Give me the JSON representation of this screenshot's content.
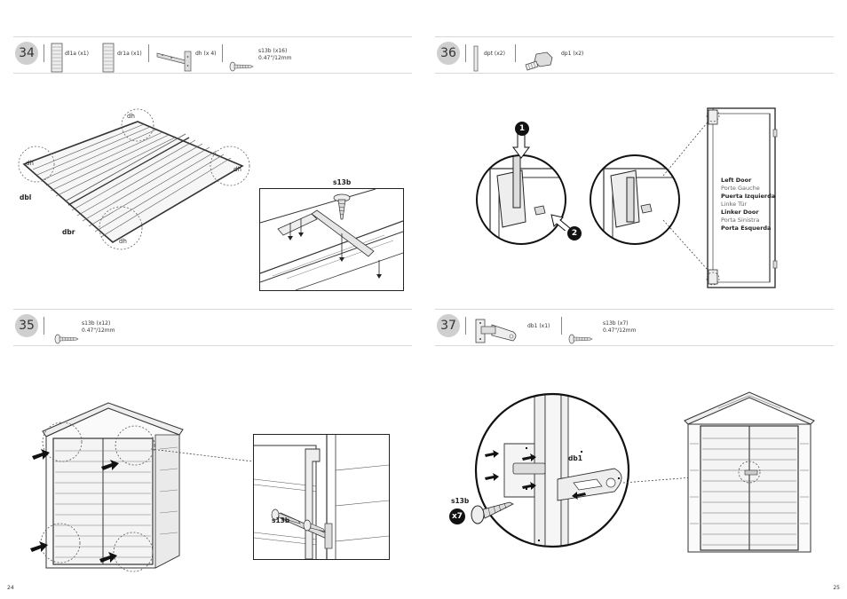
{
  "left_page": {
    "number": "24",
    "step34": {
      "number": "34",
      "parts": [
        {
          "code": "dl1a (x1)"
        },
        {
          "code": "dr1a (x1)"
        },
        {
          "code": "dh (x 4)"
        },
        {
          "code": "s13b (x16)",
          "size": "0.47\"/12mm"
        }
      ],
      "labels": {
        "dh_top": "dh",
        "dh_left": "dh",
        "dh_right": "dh",
        "dh_bottom": "dh",
        "dbl": "dbl",
        "dbr": "dbr",
        "screw": "s13b"
      }
    },
    "step35": {
      "number": "35",
      "parts": [
        {
          "code": "s13b (x12)",
          "size": "0.47\"/12mm"
        }
      ],
      "labels": {
        "screw": "s13b"
      }
    }
  },
  "right_page": {
    "number": "25",
    "step36": {
      "number": "36",
      "parts": [
        {
          "code": "dpt (x2)"
        },
        {
          "code": "dp1 (x2)"
        }
      ],
      "badges": [
        "1",
        "2"
      ],
      "legend": [
        {
          "text": "Left Door",
          "bold": true
        },
        {
          "text": "Porte Gauche",
          "bold": false
        },
        {
          "text": "Puerta Izquierda",
          "bold": true
        },
        {
          "text": "Linke Tür",
          "bold": false
        },
        {
          "text": "Linker Door",
          "bold": true
        },
        {
          "text": "Porta Sinistra",
          "bold": false
        },
        {
          "text": "Porta Esquerda",
          "bold": true
        }
      ]
    },
    "step37": {
      "number": "37",
      "parts": [
        {
          "code": "db1 (x1)"
        },
        {
          "code": "s13b (x7)",
          "size": "0.47\"/12mm"
        }
      ],
      "labels": {
        "db1": "db1",
        "screw": "s13b",
        "qty": "x7"
      }
    }
  }
}
